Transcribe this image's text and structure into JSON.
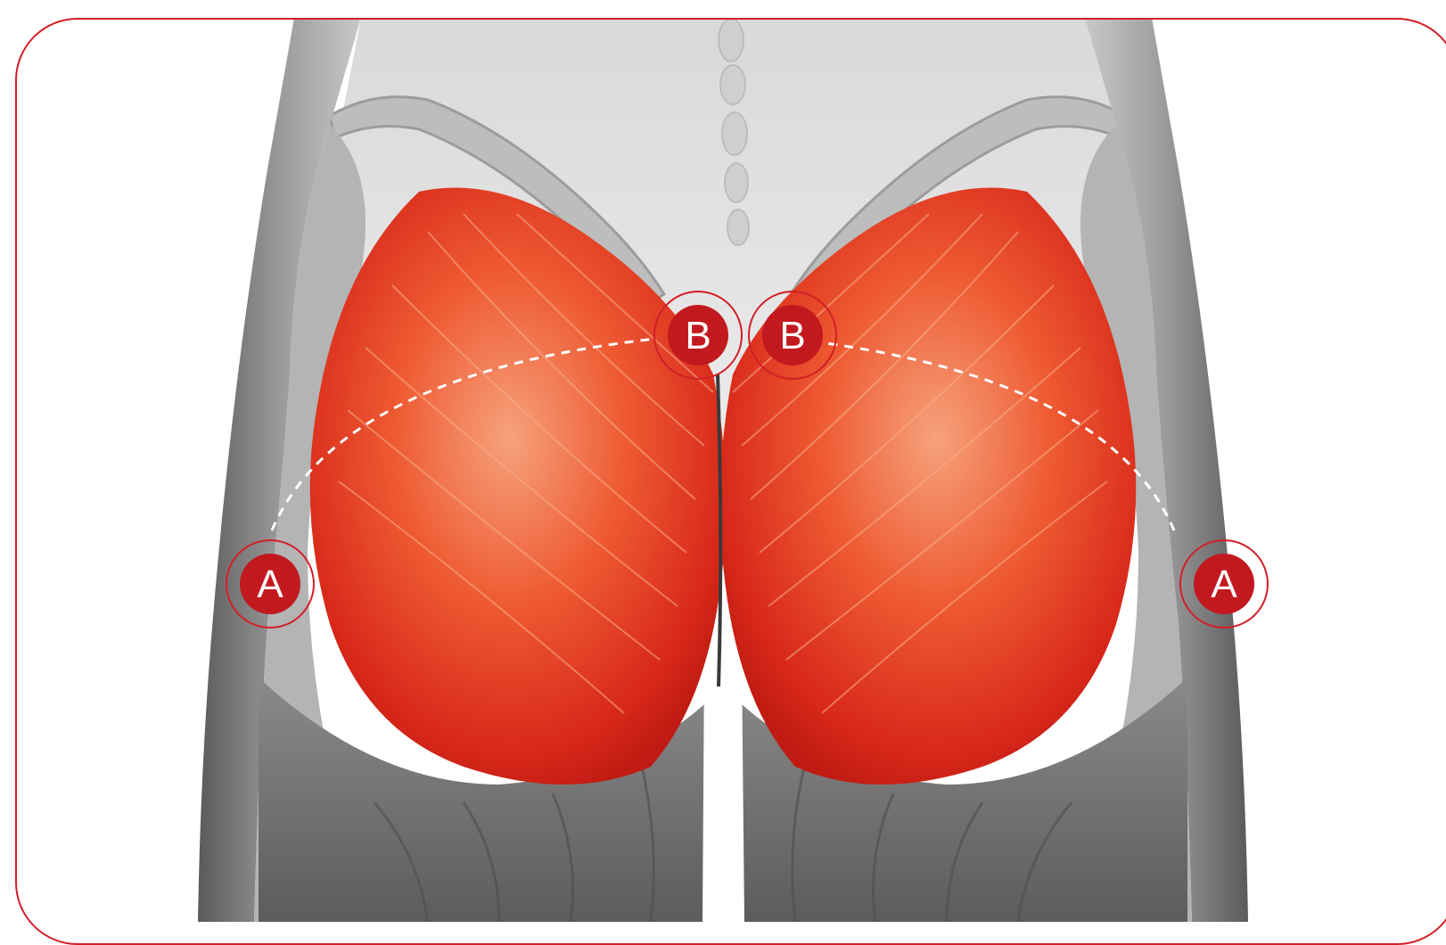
{
  "figure": {
    "markers": [
      {
        "id": "left-a",
        "label": "A"
      },
      {
        "id": "left-b",
        "label": "B"
      },
      {
        "id": "right-b",
        "label": "B"
      },
      {
        "id": "right-a",
        "label": "A"
      }
    ]
  },
  "colors": {
    "accent": "#d21f26",
    "muscle_light": "#f5a07a",
    "muscle_mid": "#ea4a25",
    "muscle_dark": "#c21a12",
    "tissue_light": "#e4e4e4",
    "tissue_dark": "#6e6e6e"
  }
}
